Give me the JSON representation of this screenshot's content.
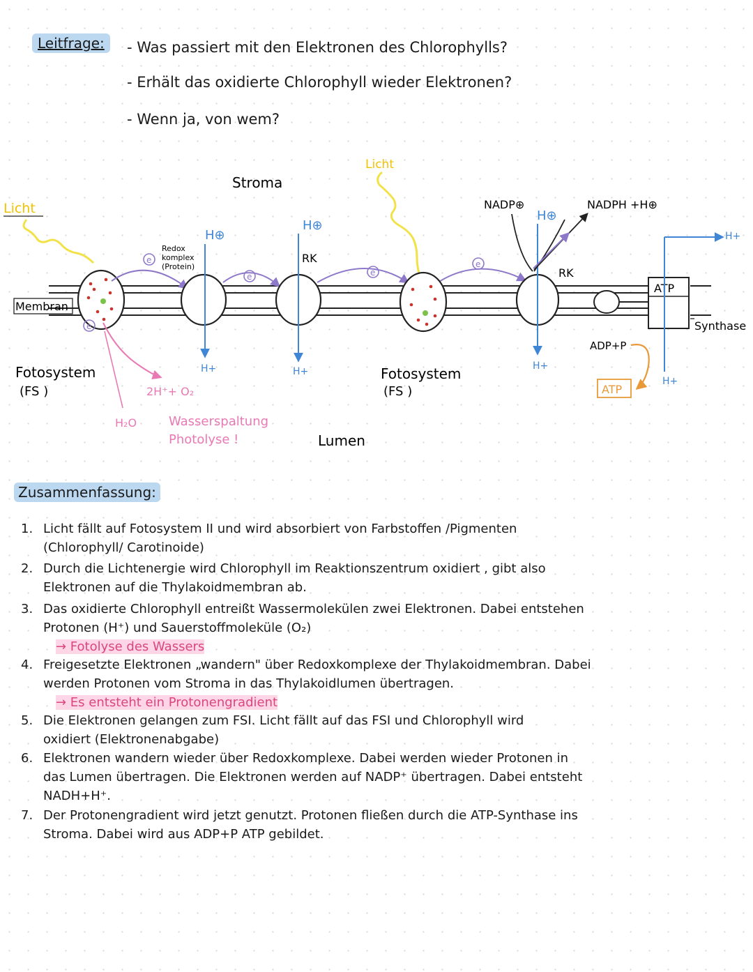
{
  "header": {
    "label": "Leitfrage:",
    "questions": [
      "- Was passiert mit den Elektronen des Chlorophylls?",
      "- Erhält das oxidierte Chlorophyll wieder Elektronen?",
      "- Wenn ja, von wem?"
    ]
  },
  "diagram": {
    "stroma": "Stroma",
    "lumen": "Lumen",
    "membran": "Membran",
    "licht_left": "Licht",
    "licht_mid": "Licht",
    "fs_left_1": "Fotosystem",
    "fs_left_2": "(FS    )",
    "fs_right_1": "Fotosystem",
    "fs_right_2": "(FS    )",
    "redox_1": "Redox",
    "redox_2": "komplex",
    "redox_3": "(Protein)",
    "e": "e",
    "h_plus_circle": "H⊕",
    "h_plus": "H+",
    "rk": "RK",
    "nadp": "NADP⊕",
    "nadph": "NADPH +H⊕",
    "atp": "ATP",
    "synthase": "Synthase",
    "adp_p": "ADP+P",
    "water": "H₂O",
    "water_products": "2H⁺+ O₂",
    "wasserspaltung": "Wasserspaltung",
    "photolyse": "Photolyse !"
  },
  "summary": {
    "title": "Zusammenfassung:",
    "items": [
      {
        "num": "1.",
        "lines": [
          "Licht fällt auf Fotosystem II und wird absorbiert von Farbstoffen /Pigmenten",
          "(Chlorophyll/ Carotinoide)"
        ]
      },
      {
        "num": "2.",
        "lines": [
          "Durch die Lichtenergie wird Chlorophyll im Reaktionszentrum oxidiert , gibt also",
          "Elektronen auf die Thylakoidmembran ab."
        ]
      },
      {
        "num": "3.",
        "lines": [
          "Das oxidierte Chlorophyll entreißt Wassermolekülen zwei Elektronen. Dabei entstehen",
          "Protonen (H⁺) und Sauerstoffmoleküle (O₂)"
        ],
        "arrow": "→ Fotolyse des Wassers"
      },
      {
        "num": "4.",
        "lines": [
          "Freigesetzte Elektronen „wandern\" über Redoxkomplexe der Thylakoidmembran. Dabei",
          "werden Protonen vom Stroma in das Thylakoidlumen übertragen."
        ],
        "arrow": "→ Es entsteht ein Protonengradient"
      },
      {
        "num": "5.",
        "lines": [
          "Die Elektronen gelangen zum FSI. Licht fällt auf das FSI und Chlorophyll wird",
          "oxidiert (Elektronenabgabe)"
        ]
      },
      {
        "num": "6.",
        "lines": [
          "Elektronen wandern wieder über Redoxkomplexe. Dabei werden wieder Protonen in",
          "das Lumen übertragen. Die Elektronen werden auf NADP⁺ übertragen. Dabei entsteht",
          "NADH+H⁺."
        ]
      },
      {
        "num": "7.",
        "lines": [
          "Der Protonengradient wird jetzt genutzt. Protonen fließen durch die ATP-Synthase ins",
          "Stroma. Dabei wird aus ADP+P ATP gebildet."
        ]
      }
    ]
  },
  "colors": {
    "highlight_blue": "#bcd8f0",
    "light_yellow": "#f2e24a",
    "electron_purple": "#8e78c9",
    "proton_blue": "#3f86d6",
    "water_pink": "#e979b4",
    "atp_orange": "#e89a3a",
    "chlorophyll_green": "#7cc24a",
    "pigment_red": "#c8352e"
  }
}
